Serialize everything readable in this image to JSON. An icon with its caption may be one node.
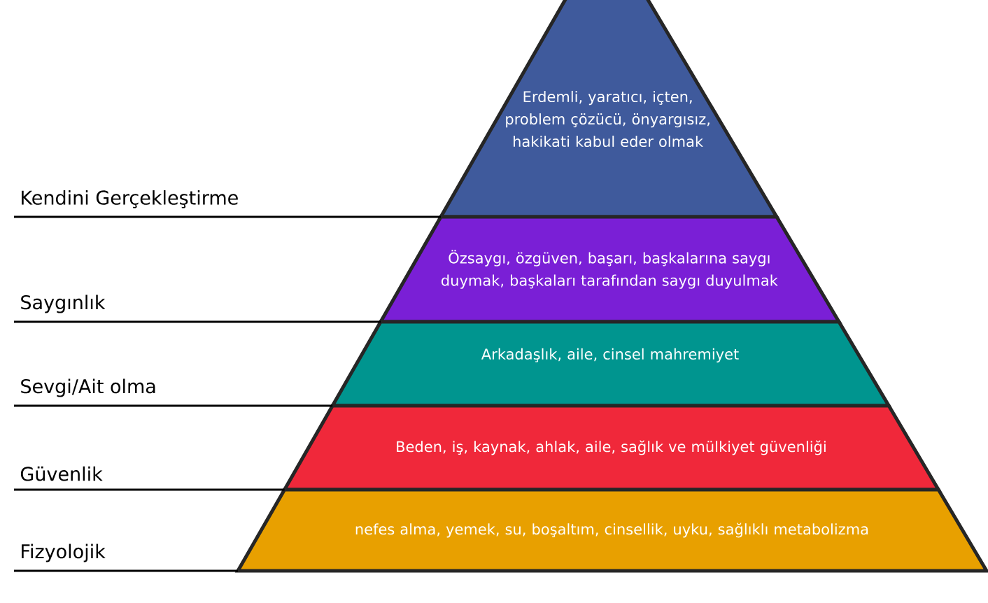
{
  "diagram": {
    "nodes": [
      {
        "text": [
          "Erdemli, yaratıcı, içten, problem çözücü, önyargısız, hakikati kabul eder olmak"
        ]
      },
      {
        "text": [
          "Özsaygı, özgüven, başarı, başkalarına saygı duymak, başkaları tarafından saygı duyulmak"
        ]
      },
      {
        "text": [
          "Arkadaşlık, aile, cinsel mahremiyet"
        ]
      },
      {
        "text": [
          "Beden, iş, kaynak, ahlak, aile, sağlık ve mülkiyet güvenliği"
        ]
      },
      {
        "text": [
          "nefes alma, yemek, su, boşaltım, cinsellik, uyku, sağlıklı metabolizma"
        ]
      },
      {
        "text": [
          "Kendini Gerçekleştirme"
        ]
      },
      {
        "text": [
          "Saygınlık"
        ]
      },
      {
        "text": [
          "Sevgi/Ait olma"
        ]
      },
      {
        "text": [
          "Güvenlik"
        ]
      },
      {
        "text": [
          "Fizyolojik"
        ]
      }
    ],
    "edges": [
      {
        "from": 5,
        "to": 0,
        "arrow": "none"
      },
      {
        "from": 6,
        "to": 1,
        "arrow": "none"
      },
      {
        "from": 7,
        "to": 2,
        "arrow": "none"
      },
      {
        "from": 8,
        "to": 3,
        "arrow": "none"
      },
      {
        "from": 9,
        "to": 4,
        "arrow": "none"
      }
    ]
  }
}
